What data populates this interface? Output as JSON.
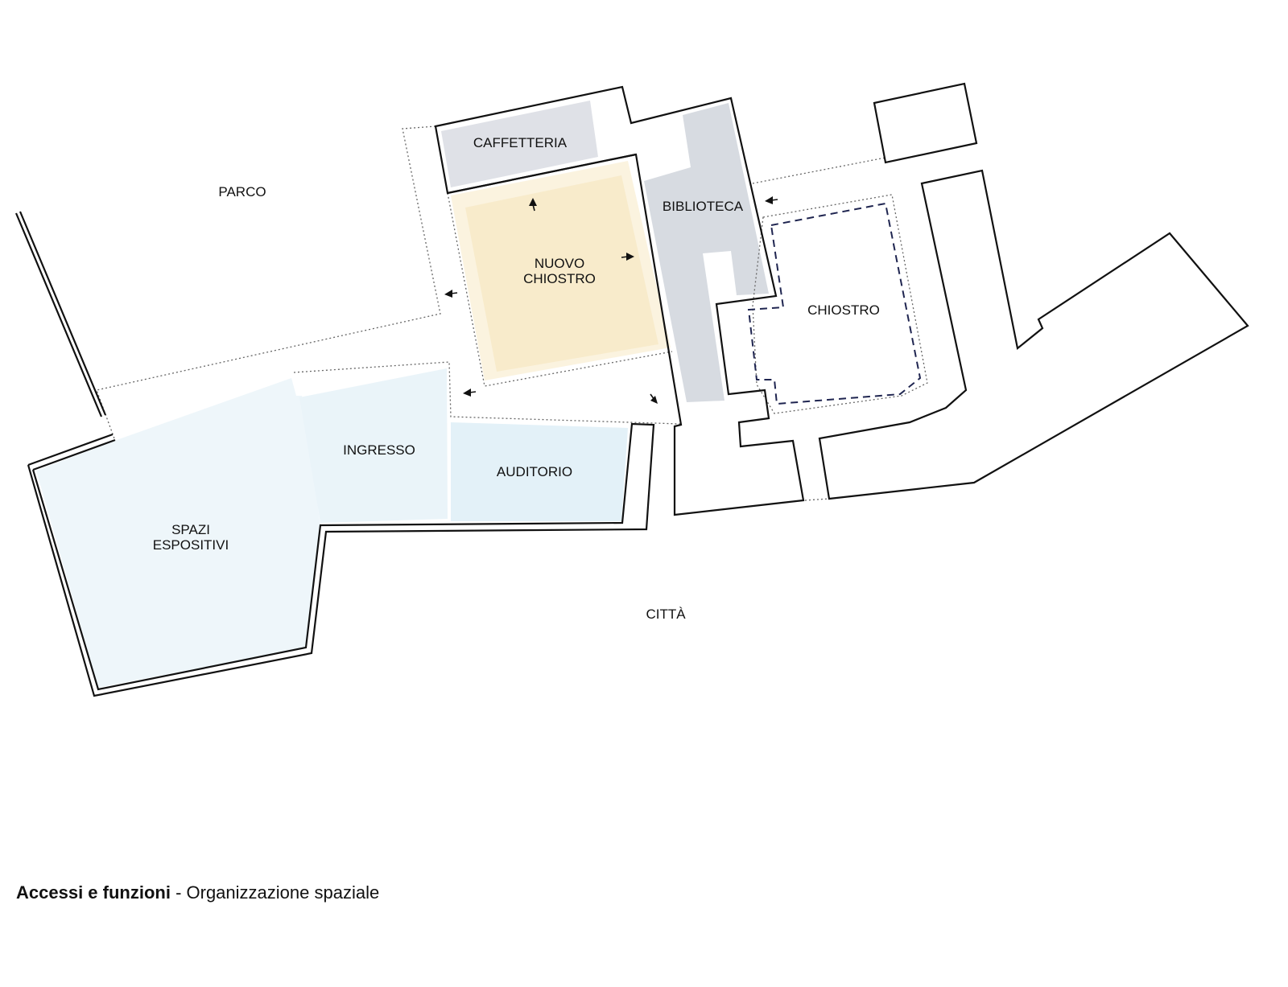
{
  "diagram": {
    "labels": {
      "parco": "PARCO",
      "citta": "CITTÀ",
      "caffetteria": "CAFFETTERIA",
      "biblioteca": "BIBLIOTECA",
      "nuovo_chiostro_1": "NUOVO",
      "nuovo_chiostro_2": "CHIOSTRO",
      "chiostro": "CHIOSTRO",
      "ingresso": "INGRESSO",
      "auditorio": "AUDITORIO",
      "spazi_1": "SPAZI",
      "spazi_2": "ESPOSITIVI"
    },
    "colors": {
      "caffetteria": "#dfe1e7",
      "biblioteca": "#d7dbe1",
      "nuovo_chiostro_outer": "#fbf3df",
      "nuovo_chiostro_inner": "#f8ebcb",
      "ingresso": "#eaf4f9",
      "auditorio": "#e3f1f8",
      "spazi_espositivi": "#eef6fa",
      "chiostro_dash": "#1f2550",
      "wall": "#111111"
    }
  },
  "caption": {
    "bold": "Accessi e funzioni",
    "rest": " - Organizzazione spaziale"
  }
}
